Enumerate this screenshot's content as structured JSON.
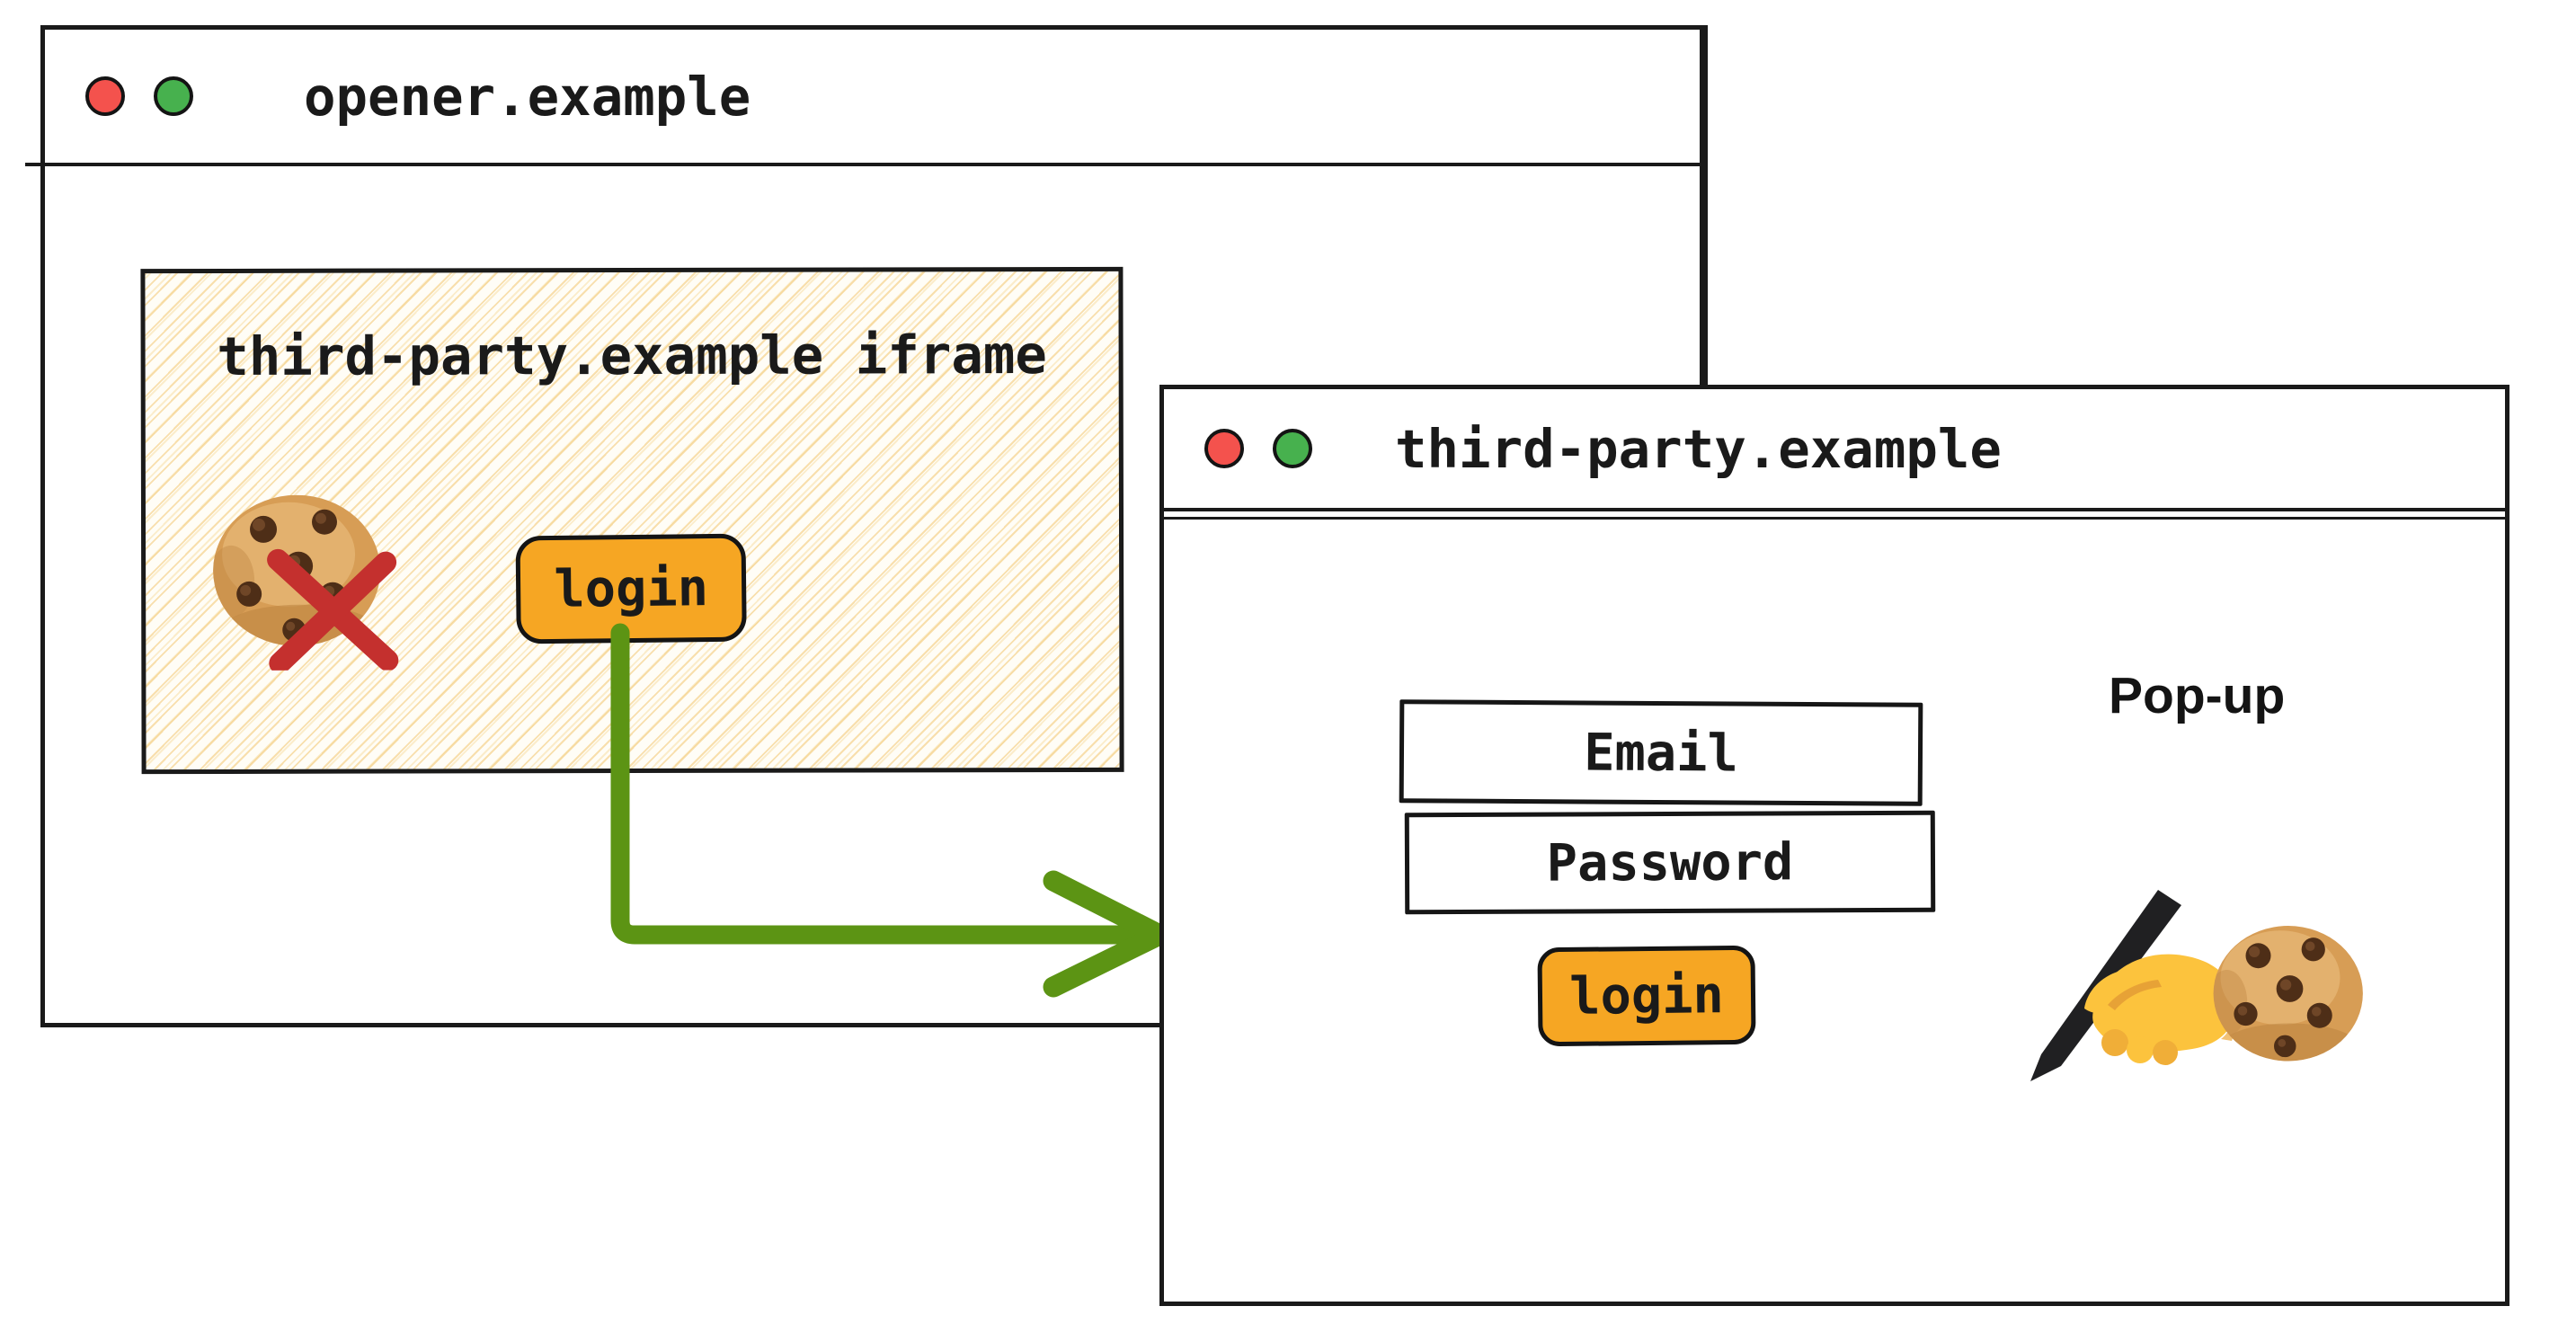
{
  "colors": {
    "ink": "#1a1a1a",
    "hatch_yellow": "#f2c670",
    "button_orange": "#f6a623",
    "arrow_green": "#5c9414",
    "cross_red": "#c4302e",
    "traffic_red": "#f4524d",
    "traffic_green": "#47b14e"
  },
  "opener_window": {
    "title": "opener.example",
    "window_controls": [
      "red-close",
      "green-minimize"
    ],
    "iframe": {
      "label": "third-party.example iframe",
      "blocked_cookie_icon": "cookie-emoji-with-red-cross",
      "login_button_label": "login"
    }
  },
  "arrow": {
    "from": "iframe-login-button",
    "to": "popup-window",
    "color": "#5c9414"
  },
  "popup_window": {
    "title": "third-party.example",
    "window_controls": [
      "red-close",
      "green-minimize"
    ],
    "annotation": "Pop-up",
    "form": {
      "email_placeholder": "Email",
      "password_placeholder": "Password",
      "login_button_label": "login"
    },
    "icons": [
      "writing-hand-emoji",
      "cookie-emoji"
    ]
  }
}
